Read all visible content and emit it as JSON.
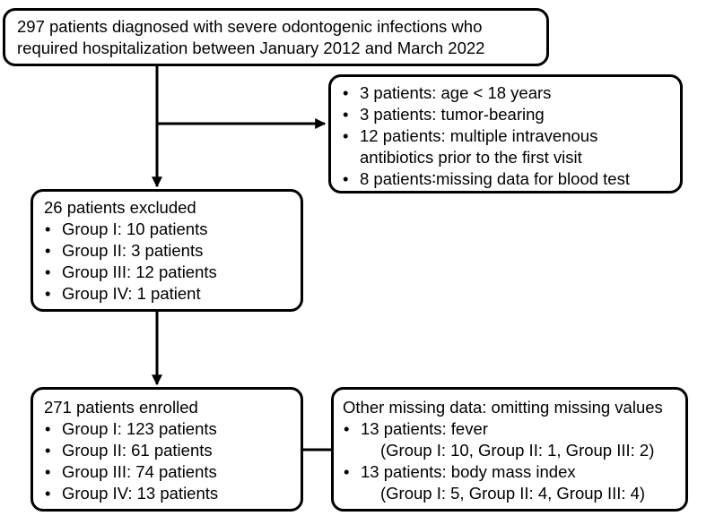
{
  "top_box": {
    "lines": [
      "297 patients diagnosed with severe odontogenic infections who",
      "required hospitalization between January 2012 and March 2022"
    ]
  },
  "exclusion_criteria": {
    "items": [
      "3 patients: age < 18 years",
      "3 patients: tumor-bearing",
      "12 patients: multiple intravenous",
      "antibiotics prior to the first visit",
      "8 patients∶missing data for blood test"
    ]
  },
  "excluded": {
    "title": "26 patients excluded",
    "items": [
      "Group I: 10 patients",
      "Group II: 3 patients",
      "Group III: 12 patients",
      "Group IV: 1 patient"
    ]
  },
  "enrolled": {
    "title": "271 patients enrolled",
    "items": [
      "Group I: 123 patients",
      "Group II: 61 patients",
      "Group III: 74 patients",
      "Group IV: 13 patients"
    ]
  },
  "missing": {
    "title": "Other missing data: omitting missing values",
    "fever": "13 patients: fever",
    "fever_detail": "(Group I: 10, Group II: 1, Group III: 2)",
    "bmi": "13 patients: body mass index",
    "bmi_detail": "(Group I: 5, Group II: 4, Group III: 4)"
  }
}
